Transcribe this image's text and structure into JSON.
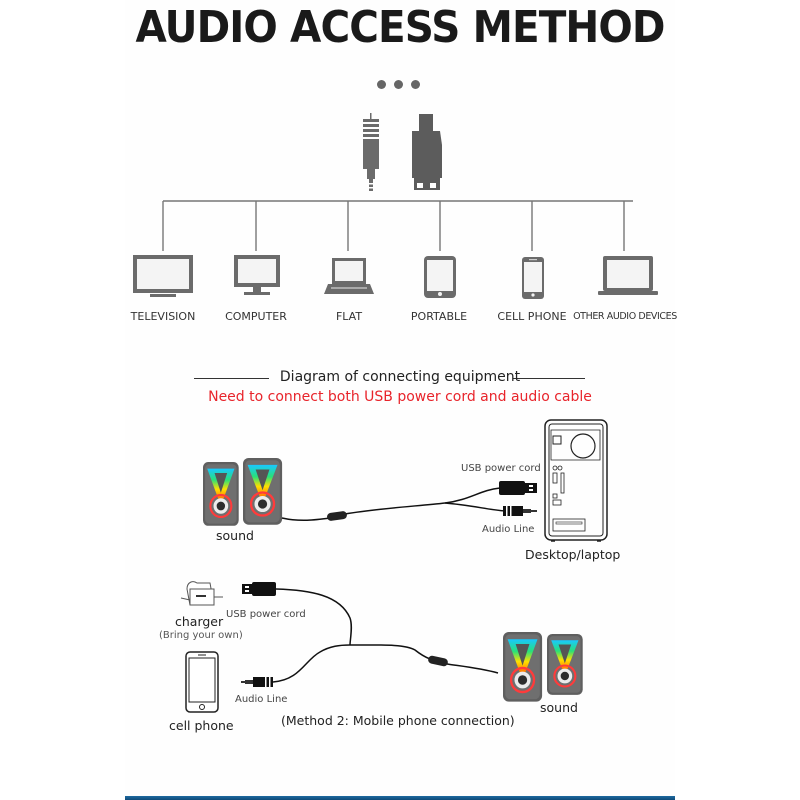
{
  "title": "AUDIO ACCESS METHOD",
  "connectors": [
    {
      "icon": "audio-jack-icon",
      "name": "3.5mm audio plug"
    },
    {
      "icon": "usb-plug-icon",
      "name": "USB plug"
    }
  ],
  "devices": [
    {
      "label": "TELEVISION",
      "icon": "television-icon"
    },
    {
      "label": "COMPUTER",
      "icon": "computer-monitor-icon"
    },
    {
      "label": "FLAT",
      "icon": "laptop-icon"
    },
    {
      "label": "PORTABLE",
      "icon": "tablet-icon"
    },
    {
      "label": "CELL PHONE",
      "icon": "cell-phone-icon"
    },
    {
      "label": "OTHER AUDIO DEVICES",
      "icon": "other-device-laptop-icon"
    }
  ],
  "diagram": {
    "heading": "Diagram of connecting equipment",
    "notice": "Need to connect both USB power cord and audio cable",
    "notice_color": "#e8242b",
    "method1": {
      "speaker_label": "sound",
      "usb_label": "USB power cord",
      "audio_label": "Audio Line",
      "target_label": "Desktop/laptop"
    },
    "method2": {
      "charger_label": "charger",
      "charger_note": "(Bring your own)",
      "usb_label": "USB power cord",
      "audio_label": "Audio Line",
      "phone_label": "cell phone",
      "speaker_label": "sound",
      "caption": "(Method 2: Mobile phone connection)"
    }
  },
  "colors": {
    "icon_gray": "#6b6b6b",
    "line_gray": "#777777",
    "bottom_bar": "#1e6aa0"
  }
}
